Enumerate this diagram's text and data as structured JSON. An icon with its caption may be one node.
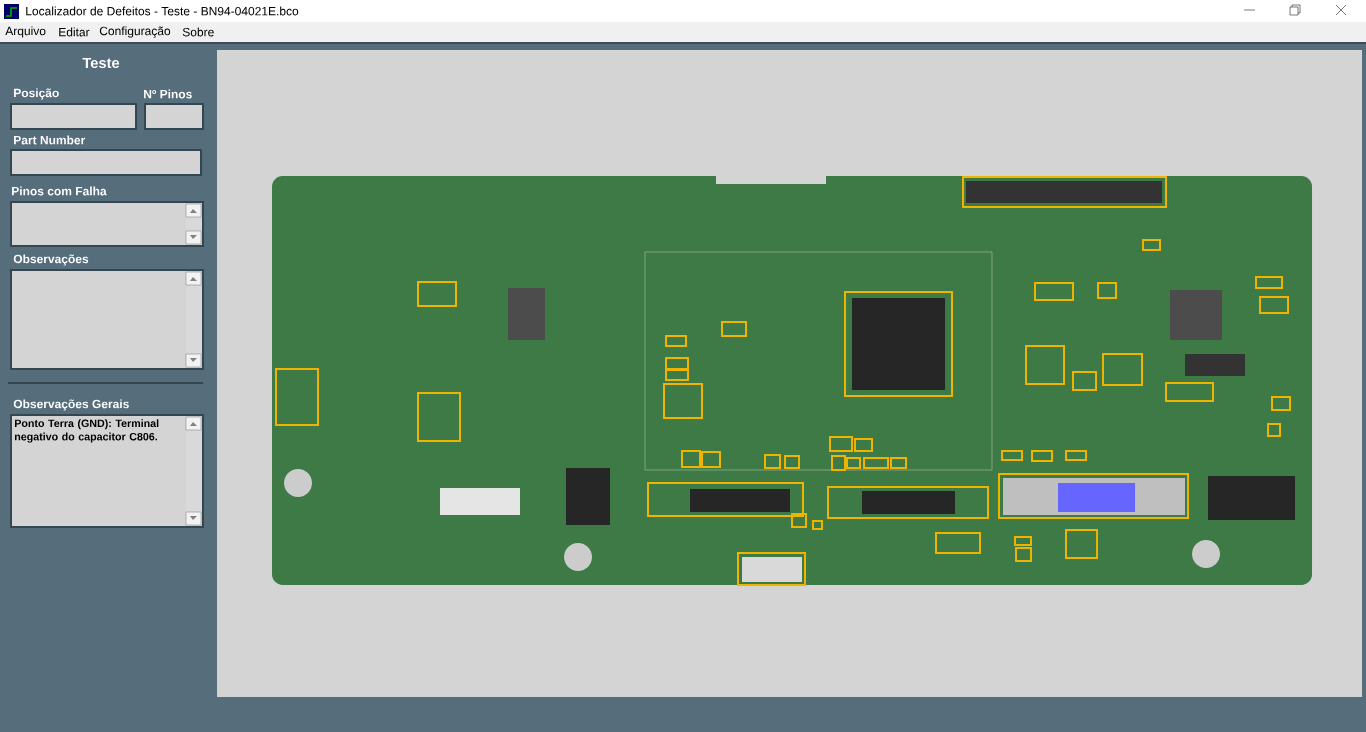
{
  "diagram": {
    "title": "Localizador de Defeitos - Teste - BN94-04021E.bco",
    "labels": [
      "Arquivo",
      "Editar",
      "Configuração",
      "Sobre",
      "Teste",
      "Posição",
      "Nº Pinos",
      "Part Number",
      "Pinos com Falha",
      "Observações",
      "Observações Gerais",
      "Ponto Terra (GND): Terminal negativo do capacitor C806."
    ]
  }
}
